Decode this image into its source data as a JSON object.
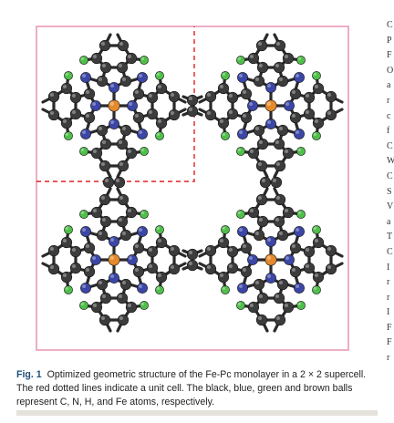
{
  "figure": {
    "label": "Fig. 1",
    "caption": "Optimized geometric structure of the Fe-Pc monolayer in a 2 × 2 supercell. The red dotted lines indicate a unit cell. The black, blue, green and brown balls represent C, N, H, and Fe atoms, respectively.",
    "colors": {
      "carbon": "#3c3c3c",
      "nitrogen": "#3b46a6",
      "hydrogen": "#4fbf4a",
      "iron": "#e58a2c",
      "supercell_border": "#e79ab8",
      "unit_cell_line": "#e02020",
      "bond": "#2a2a2a"
    },
    "supercell": "2 × 2",
    "molecules": 4
  },
  "right_column_fragments": [
    "C",
    "P",
    "F",
    "O",
    "a",
    "r",
    "c",
    "f",
    "C",
    "W",
    "C",
    "S",
    "V",
    "a",
    "T",
    "C",
    "I",
    "r",
    "r",
    "I",
    "F",
    "F",
    "r"
  ]
}
